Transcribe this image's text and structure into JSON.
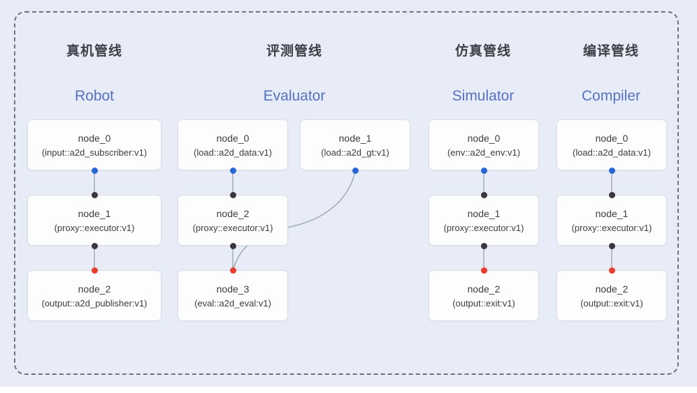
{
  "colors": {
    "bg": "#e8ecf7",
    "frame": "#6f737d",
    "box_bg": "#fdfdfe",
    "box_border": "#d9dee8",
    "node_text": "#3b3c3f",
    "title_text": "#3d4046",
    "accent_text": "#5273c5",
    "wire": "#96a0b0",
    "port_source": "#2767dc",
    "port_intermediate": "#39393b",
    "port_sink": "#ed3b2c",
    "bottom_strip": "#ffffff"
  },
  "port_legend": {
    "source_dot": "blue output port of first-stage node",
    "intermediate_dot": "dark input/output port of middle node",
    "sink_dot": "red input port of final node"
  },
  "pipelines": [
    {
      "id": "robot",
      "title_zh": "真机管线",
      "title_en": "Robot",
      "nodes": [
        {
          "name": "node_0",
          "type": "(input::a2d_subscriber:v1)"
        },
        {
          "name": "node_1",
          "type": "(proxy::executor:v1)"
        },
        {
          "name": "node_2",
          "type": "(output::a2d_publisher:v1)"
        }
      ]
    },
    {
      "id": "evaluator",
      "title_zh": "评测管线",
      "title_en": "Evaluator",
      "nodes": [
        {
          "name": "node_0",
          "type": "(load::a2d_data:v1)"
        },
        {
          "name": "node_1",
          "type": "(load::a2d_gt:v1)"
        },
        {
          "name": "node_2",
          "type": "(proxy::executor:v1)"
        },
        {
          "name": "node_3",
          "type": "(eval::a2d_eval:v1)"
        }
      ]
    },
    {
      "id": "simulator",
      "title_zh": "仿真管线",
      "title_en": "Simulator",
      "nodes": [
        {
          "name": "node_0",
          "type": "(env::a2d_env:v1)"
        },
        {
          "name": "node_1",
          "type": "(proxy::executor:v1)"
        },
        {
          "name": "node_2",
          "type": "(output::exit:v1)"
        }
      ]
    },
    {
      "id": "compiler",
      "title_zh": "编译管线",
      "title_en": "Compiler",
      "nodes": [
        {
          "name": "node_0",
          "type": "(load::a2d_data:v1)"
        },
        {
          "name": "node_1",
          "type": "(proxy::executor:v1)"
        },
        {
          "name": "node_2",
          "type": "(output::exit:v1)"
        }
      ]
    }
  ]
}
